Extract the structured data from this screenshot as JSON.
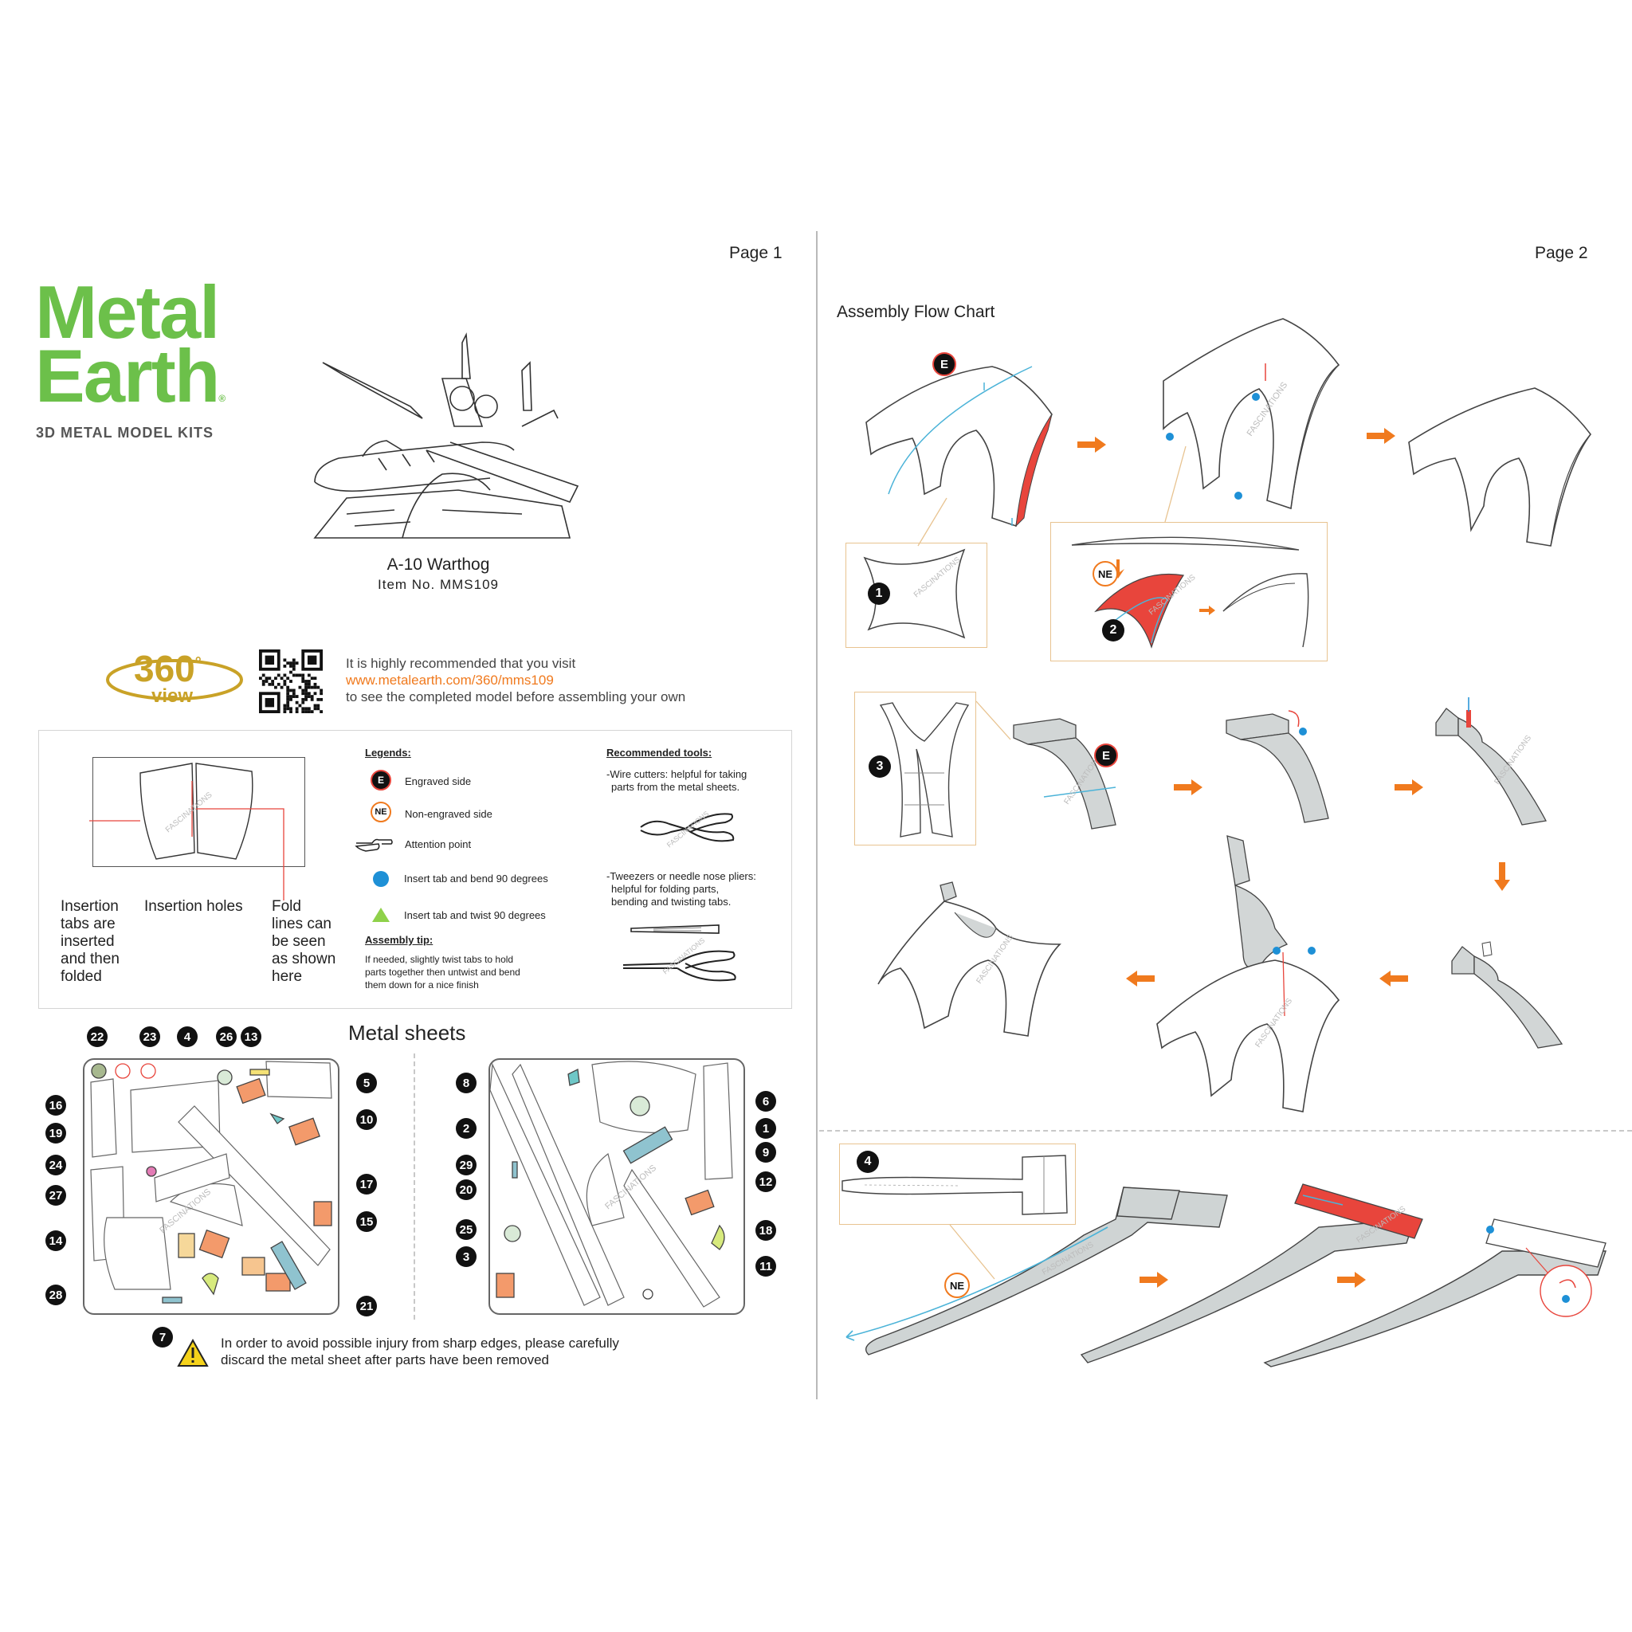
{
  "pages": {
    "page1_label": "Page 1",
    "page2_label": "Page 2"
  },
  "brand": {
    "line1": "Metal",
    "line2": "Earth",
    "reg": "®",
    "tagline": "3D METAL MODEL KITS",
    "color": "#6cc04a"
  },
  "model": {
    "name": "A-10 Warthog",
    "item_no": "Item No. MMS109"
  },
  "view360": {
    "number": "360",
    "degree": "°",
    "label": "view"
  },
  "recommend": {
    "line1": "It is highly recommended that you visit",
    "url": "www.metalearth.com/360/mms109",
    "line3": "to see the completed model before assembling your own"
  },
  "fold_demo": {
    "insertion_tabs": [
      "Insertion",
      "tabs are",
      "inserted",
      "and then",
      "folded"
    ],
    "insertion_holes": "Insertion holes",
    "fold_lines": [
      "Fold",
      "lines can",
      "be seen",
      "as shown",
      "here"
    ]
  },
  "legends": {
    "heading": "Legends:",
    "items": [
      {
        "icon": "engraved-side-icon",
        "badge": "E",
        "label": "Engraved side"
      },
      {
        "icon": "non-engraved-side-icon",
        "badge": "NE",
        "label": "Non-engraved side"
      },
      {
        "icon": "pointing-hand-icon",
        "badge": "",
        "label": "Attention point"
      },
      {
        "icon": "blue-dot-icon",
        "badge": "",
        "label": "Insert tab and bend 90 degrees"
      },
      {
        "icon": "green-triangle-icon",
        "badge": "",
        "label": "Insert tab and twist 90 degrees"
      }
    ]
  },
  "tip": {
    "heading": "Assembly tip:",
    "lines": [
      "If needed, slightly twist tabs to hold",
      "parts together then untwist and bend",
      "them down for a nice finish"
    ]
  },
  "tools": {
    "heading": "Recommended tools:",
    "wire": [
      "-Wire cutters: helpful for taking",
      "parts from the metal sheets."
    ],
    "tweezers": [
      "-Tweezers or needle nose pliers:",
      "helpful for folding parts,",
      "bending and twisting tabs."
    ]
  },
  "sheets": {
    "title": "Metal sheets",
    "sheet1_numbers": [
      "22",
      "23",
      "4",
      "26",
      "13",
      "5",
      "16",
      "10",
      "19",
      "24",
      "17",
      "27",
      "15",
      "14",
      "28",
      "21",
      "7"
    ],
    "sheet2_numbers": [
      "8",
      "6",
      "2",
      "1",
      "9",
      "29",
      "12",
      "20",
      "25",
      "18",
      "3",
      "11"
    ]
  },
  "warning": {
    "line1": "In order to avoid possible injury from sharp edges, please carefully",
    "line2": "discard the metal sheet after parts have been removed"
  },
  "flow": {
    "title": "Assembly Flow Chart",
    "step1": "1",
    "step2": "2",
    "step3": "3",
    "step4": "4",
    "badge_e": "E",
    "badge_ne": "NE",
    "watermark": "FASCINATIONS"
  },
  "colors": {
    "arrow": "#f07a1e",
    "accent_red": "#e8453c",
    "blue": "#1e90d6",
    "box": "#e8c390",
    "gold": "#c9a227"
  }
}
